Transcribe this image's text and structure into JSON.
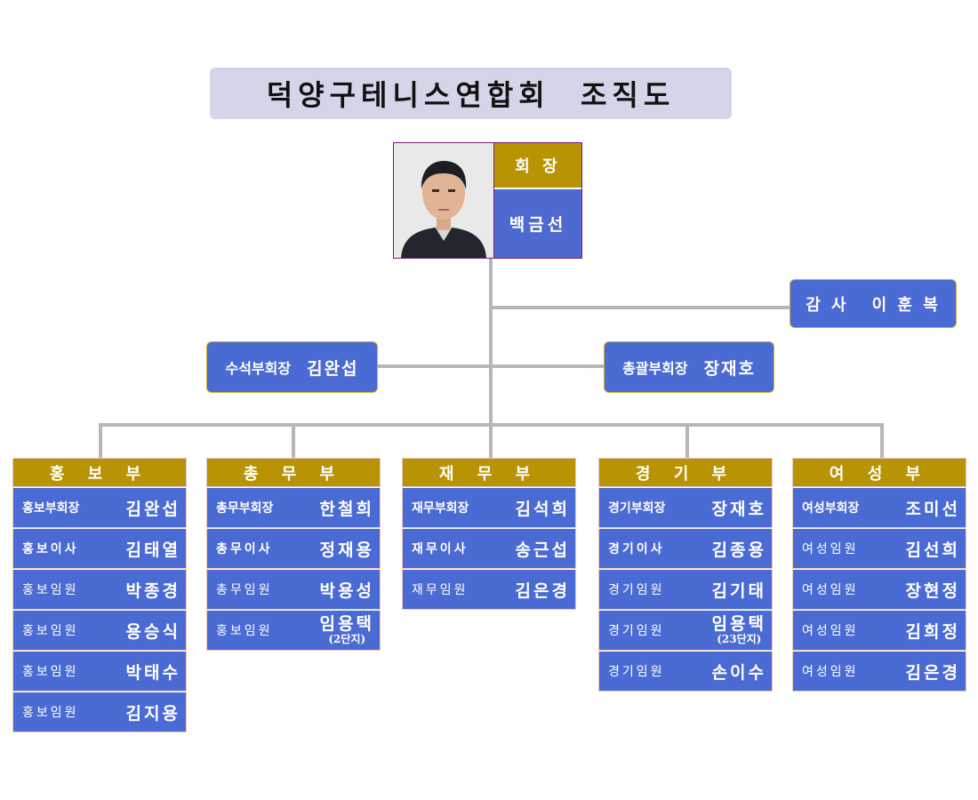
{
  "title": "덕양구테니스연합회  조직도",
  "president": {
    "title": "회 장",
    "name": "백금선"
  },
  "auditor": {
    "title": "감 사",
    "name": "이 훈 복"
  },
  "vice_presidents": [
    {
      "role": "수석부회장",
      "name": "김완섭"
    },
    {
      "role": "총괄부회장",
      "name": "장재호"
    }
  ],
  "departments": [
    {
      "name": "홍 보 부",
      "members": [
        {
          "role": "홍보부회장",
          "name": "김완섭",
          "sub": ""
        },
        {
          "role": "홍보이사",
          "name": "김태열",
          "sub": ""
        },
        {
          "role": "홍보임원",
          "name": "박종경",
          "sub": ""
        },
        {
          "role": "홍보임원",
          "name": "용승식",
          "sub": ""
        },
        {
          "role": "홍보임원",
          "name": "박태수",
          "sub": ""
        },
        {
          "role": "홍보임원",
          "name": "김지용",
          "sub": ""
        }
      ]
    },
    {
      "name": "총 무 부",
      "members": [
        {
          "role": "총무부회장",
          "name": "한철희",
          "sub": ""
        },
        {
          "role": "총무이사",
          "name": "정재용",
          "sub": ""
        },
        {
          "role": "총무임원",
          "name": "박용성",
          "sub": ""
        },
        {
          "role": "홍보임원",
          "name": "임용택",
          "sub": "(2단지)"
        }
      ]
    },
    {
      "name": "재 무 부",
      "members": [
        {
          "role": "재무부회장",
          "name": "김석희",
          "sub": ""
        },
        {
          "role": "재무이사",
          "name": "송근섭",
          "sub": ""
        },
        {
          "role": "재무임원",
          "name": "김은경",
          "sub": ""
        }
      ]
    },
    {
      "name": "경 기 부",
      "members": [
        {
          "role": "경기부회장",
          "name": "장재호",
          "sub": ""
        },
        {
          "role": "경기이사",
          "name": "김종용",
          "sub": ""
        },
        {
          "role": "경기임원",
          "name": "김기태",
          "sub": ""
        },
        {
          "role": "경기임원",
          "name": "임용택",
          "sub": "(23단지)"
        },
        {
          "role": "경기임원",
          "name": "손이수",
          "sub": ""
        }
      ]
    },
    {
      "name": "여 성 부",
      "members": [
        {
          "role": "여성부회장",
          "name": "조미선",
          "sub": ""
        },
        {
          "role": "여성임원",
          "name": "김선희",
          "sub": ""
        },
        {
          "role": "여성임원",
          "name": "장현정",
          "sub": ""
        },
        {
          "role": "여성임원",
          "name": "김희정",
          "sub": ""
        },
        {
          "role": "여성임원",
          "name": "김은경",
          "sub": ""
        }
      ]
    }
  ],
  "colors": {
    "gold": "#b89405",
    "blue": "#4a6bd3",
    "line": "#b7b7b7",
    "title_bg": "#d5d5ea"
  },
  "icons": {
    "president_photo": "person-portrait-icon"
  }
}
